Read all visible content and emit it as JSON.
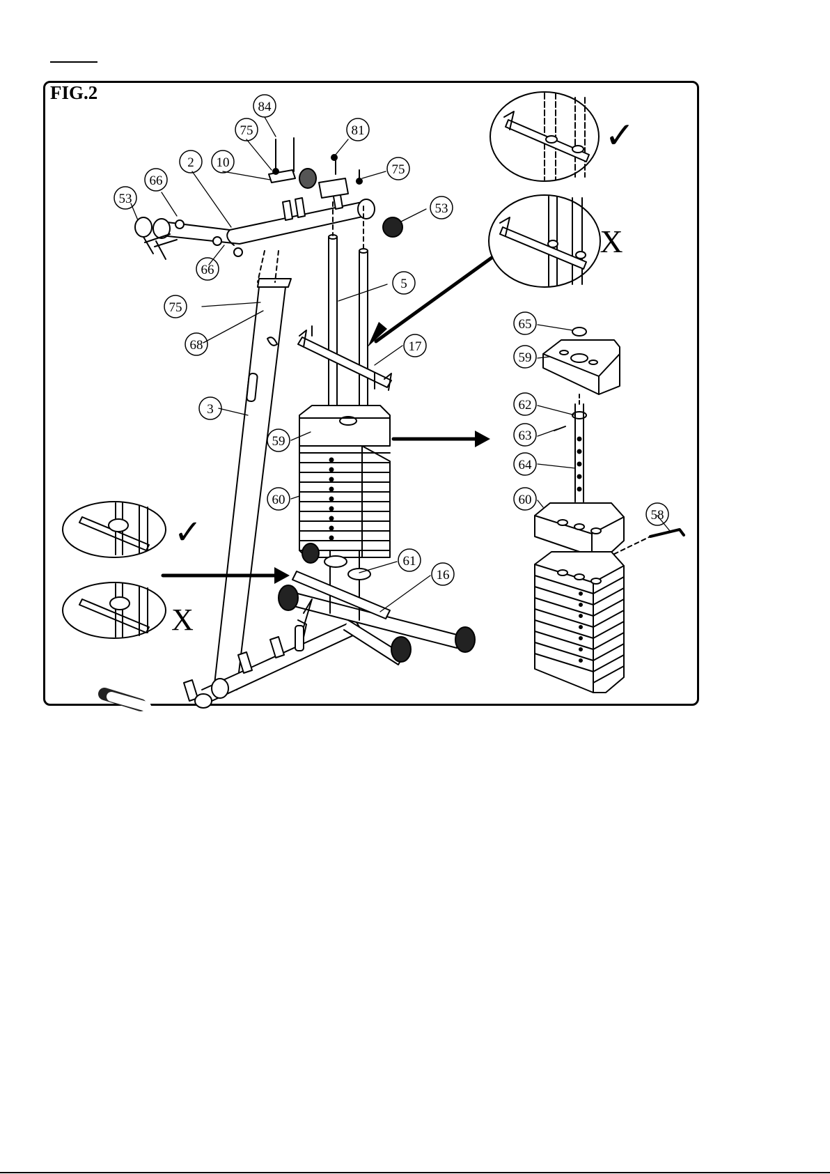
{
  "figure": {
    "title": "FIG.2",
    "callouts": [
      "84",
      "75",
      "81",
      "75",
      "2",
      "10",
      "66",
      "53",
      "53",
      "66",
      "5",
      "75",
      "68",
      "17",
      "3",
      "59",
      "60",
      "61",
      "16",
      "65",
      "59",
      "62",
      "63",
      "64",
      "60",
      "58"
    ],
    "marks": {
      "check": "✓",
      "cross": "X"
    }
  },
  "colors": {
    "ink": "#000000",
    "paper": "#ffffff",
    "shade": "#d8d8d8"
  }
}
